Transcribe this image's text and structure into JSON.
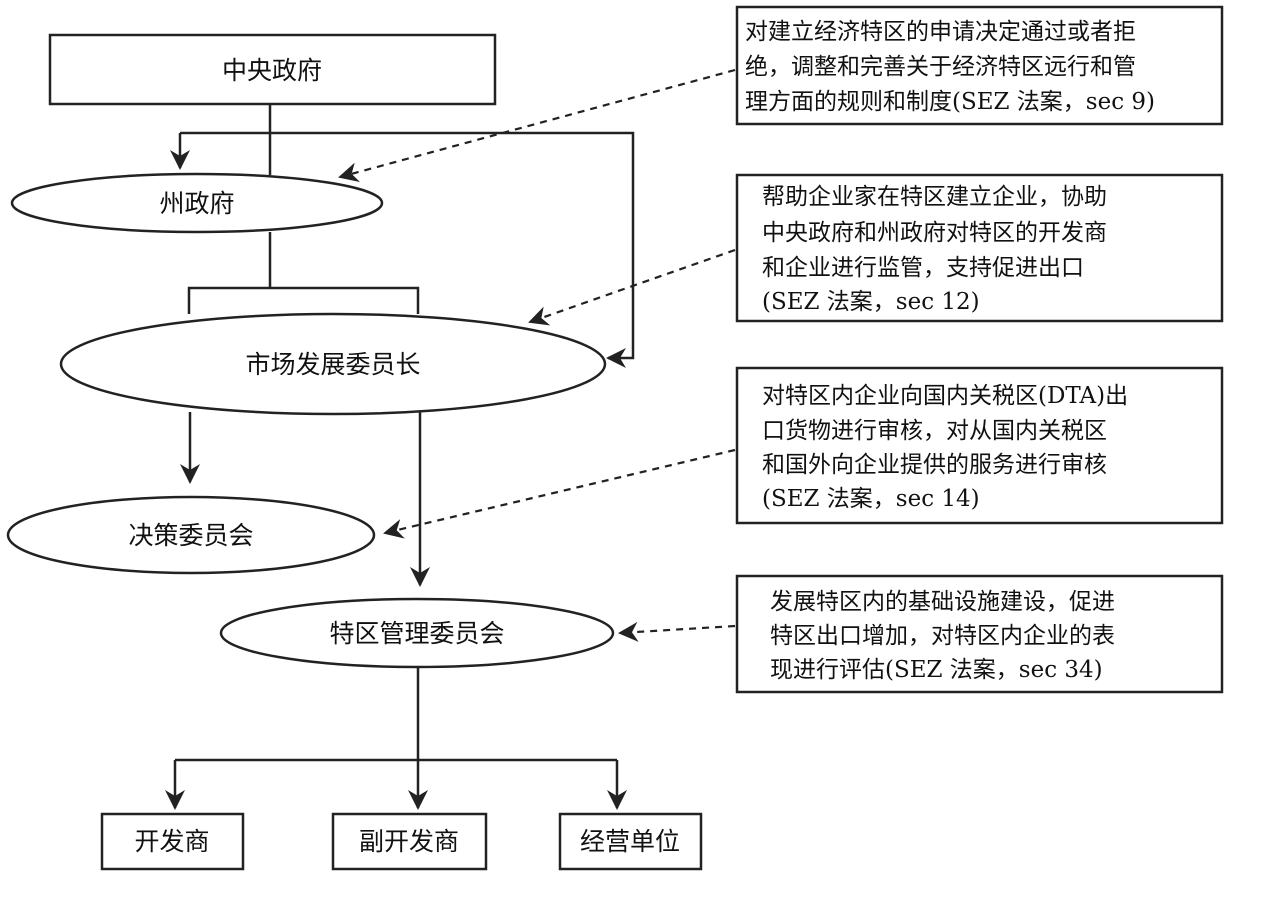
{
  "nodes": {
    "central_government": "中央政府",
    "state_government": "州政府",
    "development_commissioner": "市场发展委员长",
    "approval_committee": "决策委员会",
    "sez_authority": "特区管理委员会",
    "developer": "开发商",
    "co_developer": "副开发商",
    "operating_unit": "经营单位"
  },
  "notes": {
    "central_role": [
      "对建立经济特区的申请决定通过或者拒",
      "绝，调整和完善关于经济特区远行和管",
      "理方面的规则和制度(SEZ 法案，sec 9)"
    ],
    "commissioner_role": [
      "帮助企业家在特区建立企业，协助",
      "中央政府和州政府对特区的开发商",
      "和企业进行监管，支持促进出口",
      "(SEZ 法案，sec 12)"
    ],
    "committee_role": [
      "对特区内企业向国内关税区(DTA)出",
      "口货物进行审核，对从国内关税区",
      "和国外向企业提供的服务进行审核",
      "(SEZ 法案，sec 14)"
    ],
    "authority_role": [
      "发展特区内的基础设施建设，促进",
      "特区出口增加，对特区内企业的表",
      "现进行评估(SEZ 法案，sec 34)"
    ]
  }
}
